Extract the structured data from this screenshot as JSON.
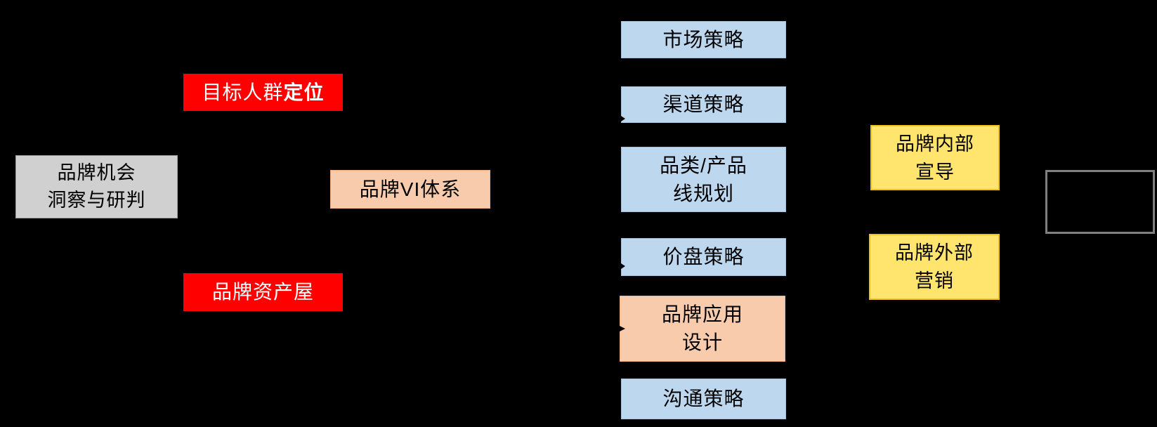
{
  "diagram": {
    "background": "#000000",
    "nodes": {
      "brand_opportunity": {
        "line1": "品牌机会",
        "line2": "洞察与研判"
      },
      "target_positioning": {
        "text": "目标人群",
        "bold": "定位"
      },
      "brand_asset_house": {
        "label": "品牌资产屋"
      },
      "brand_vi_system": {
        "label": "品牌VI体系"
      },
      "market_strategy": {
        "label": "市场策略"
      },
      "channel_strategy": {
        "label": "渠道策略"
      },
      "category_product_line": {
        "line1": "品类/产品",
        "line2": "线规划"
      },
      "price_strategy": {
        "label": "价盘策略"
      },
      "brand_application_design": {
        "line1": "品牌应用",
        "line2": "设计"
      },
      "communication_strategy": {
        "label": "沟通策略"
      },
      "brand_internal_advocacy": {
        "line1": "品牌内部",
        "line2": "宣导"
      },
      "brand_external_marketing": {
        "line1": "品牌外部",
        "line2": "营销"
      },
      "empty_box": {
        "label": ""
      }
    },
    "colors": {
      "background": "#000000",
      "red_fill": "#FF0000",
      "gray_fill": "#D0D0D0",
      "gray_border": "#9E9E9E",
      "blue_fill": "#BDD7EE",
      "blue_border": "#A3C2DE",
      "peach_fill": "#F8CBAD",
      "peach_border": "#EFB286",
      "yellow_fill": "#FFE46E",
      "yellow_border": "#F0C01C",
      "empty_box_border": "#7F7F7F",
      "text_dark": "#000000",
      "text_light": "#FFFFFF"
    }
  }
}
